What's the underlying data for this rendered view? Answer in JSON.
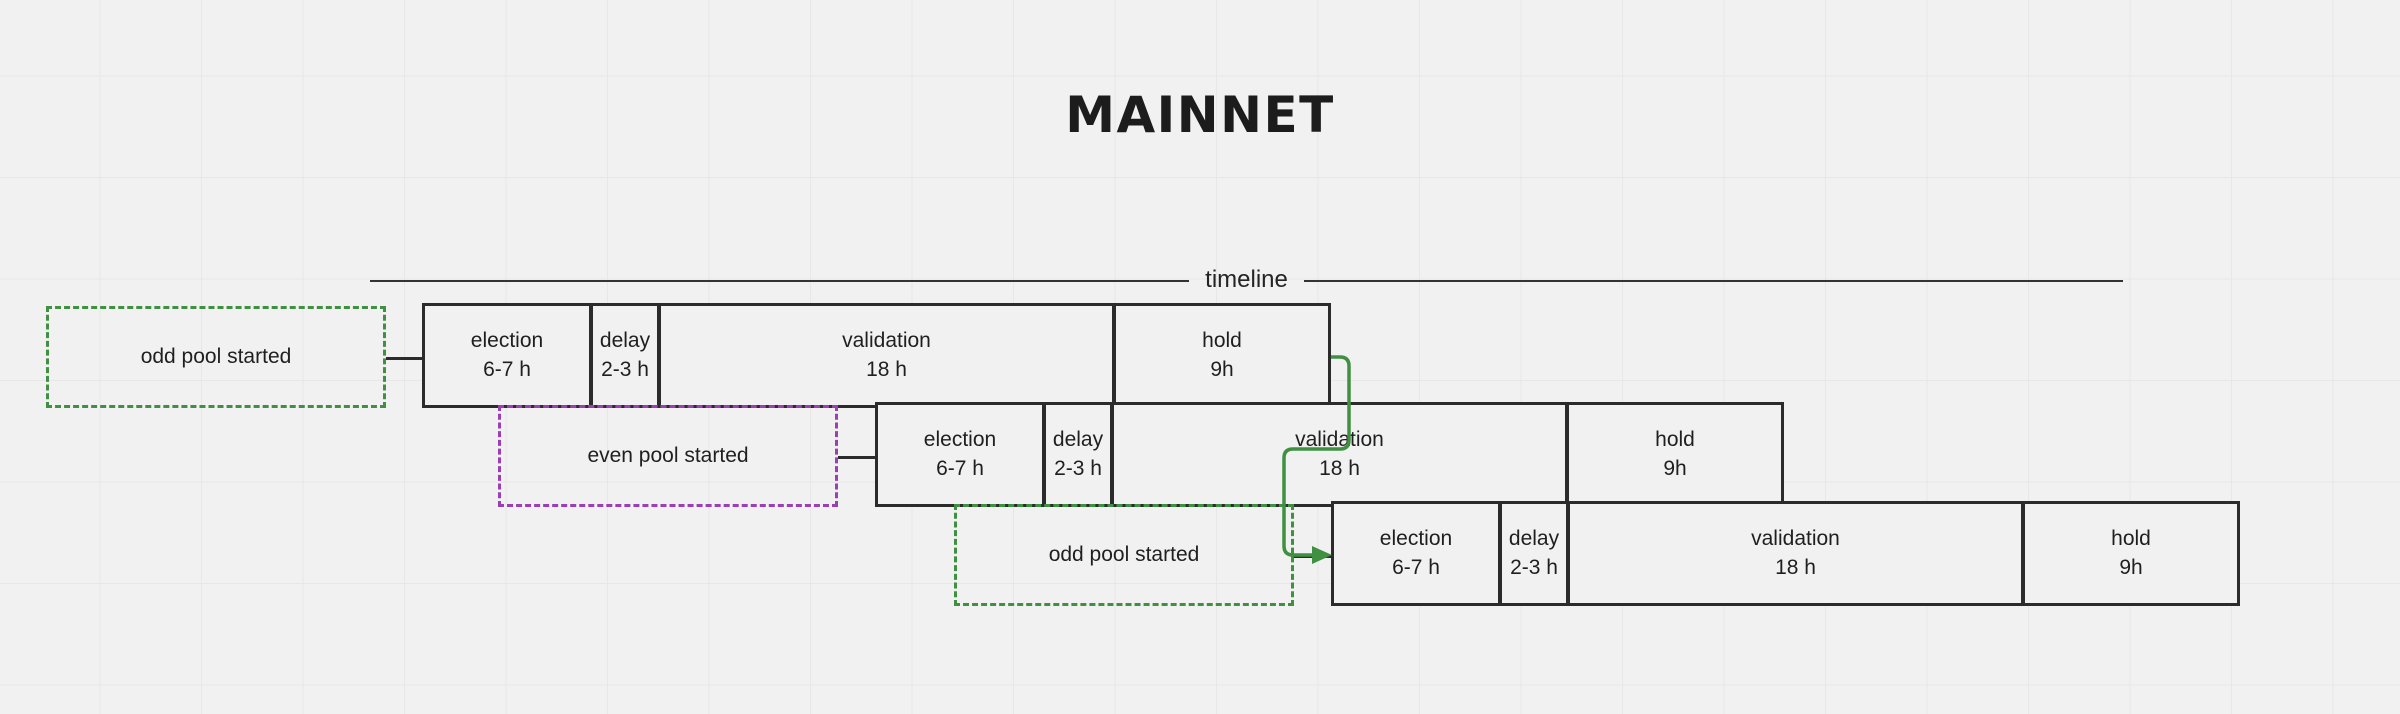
{
  "page": {
    "title": "MAINNET",
    "background_color": "#f1f1f1",
    "grid_line_color": "#e7e7e7"
  },
  "timeline": {
    "label": "timeline",
    "line_color": "#333333"
  },
  "colors": {
    "box_border": "#2b2b2b",
    "odd_pool_accent": "#3f9141",
    "even_pool_accent": "#9b3fb5",
    "text": "#1f1f1f",
    "title": "#1c1c1c"
  },
  "notes": [
    {
      "id": "note-odd-1",
      "label": "odd pool started",
      "accent": "green",
      "accent_color": "#3f9141"
    },
    {
      "id": "note-even-1",
      "label": "even pool started",
      "accent": "purple",
      "accent_color": "#9b3fb5"
    },
    {
      "id": "note-odd-2",
      "label": "odd pool started",
      "accent": "green",
      "accent_color": "#3f9141"
    }
  ],
  "rows": [
    {
      "id": "row-1",
      "pool": "odd",
      "phases": [
        {
          "name": "election",
          "duration": "6-7 h"
        },
        {
          "name": "delay",
          "duration": "2-3 h"
        },
        {
          "name": "validation",
          "duration": "18 h"
        },
        {
          "name": "hold",
          "duration": "9h"
        }
      ]
    },
    {
      "id": "row-2",
      "pool": "even",
      "phases": [
        {
          "name": "election",
          "duration": "6-7 h"
        },
        {
          "name": "delay",
          "duration": "2-3 h"
        },
        {
          "name": "validation",
          "duration": "18 h"
        },
        {
          "name": "hold",
          "duration": "9h"
        }
      ]
    },
    {
      "id": "row-3",
      "pool": "odd",
      "phases": [
        {
          "name": "election",
          "duration": "6-7 h"
        },
        {
          "name": "delay",
          "duration": "2-3 h"
        },
        {
          "name": "validation",
          "duration": "18 h"
        },
        {
          "name": "hold",
          "duration": "9h"
        }
      ]
    }
  ]
}
